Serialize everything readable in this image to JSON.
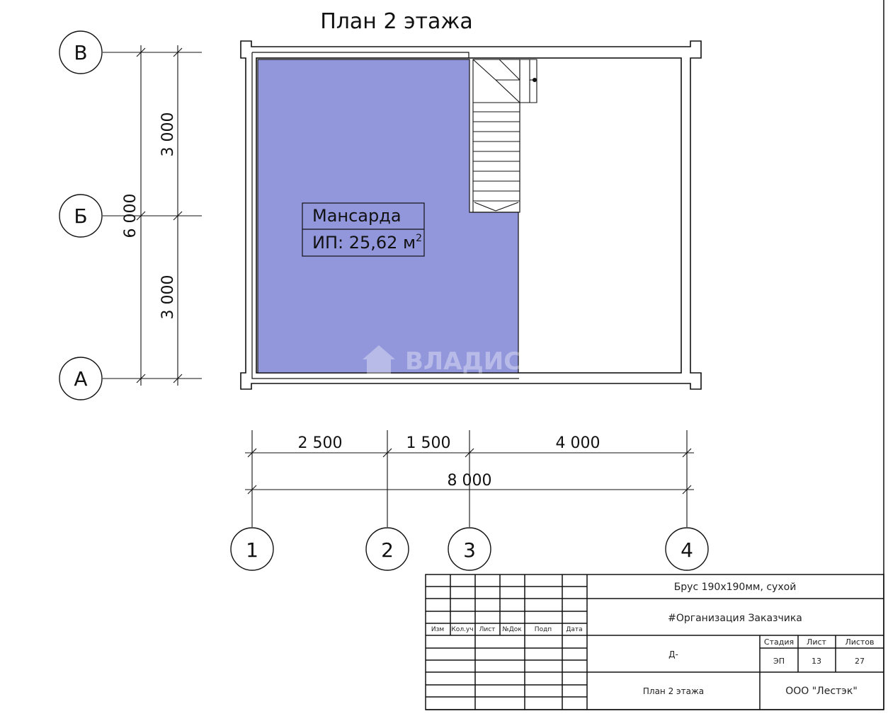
{
  "title": "План 2 этажа",
  "room": {
    "name": "Мансарда",
    "area_prefix": "ИП: 25,62 м",
    "area_sup": "2"
  },
  "axes": {
    "letters": [
      "В",
      "Б",
      "А"
    ],
    "numbers": [
      "1",
      "2",
      "3",
      "4"
    ]
  },
  "dimensions": {
    "vertical_top": "3 000",
    "vertical_bottom": "3 000",
    "vertical_total": "6 000",
    "horizontal": [
      "2 500",
      "1 500",
      "4 000"
    ],
    "horizontal_total": "8 000"
  },
  "watermark": "ВЛАДИС",
  "title_block": {
    "material": "Брус 190х190мм, сухой",
    "organization": "#Организация Заказчика",
    "project_code": "Д-",
    "sheet_name": "План 2 этажа",
    "company": "ООО \"Лестэк\"",
    "headers": [
      "Изм",
      "Кол.уч",
      "Лист",
      "№Док",
      "Подп",
      "Дата"
    ],
    "stage_header": "Стадия",
    "sheet_header": "Лист",
    "sheets_header": "Листов",
    "stage": "ЭП",
    "sheet": "13",
    "sheets": "27"
  },
  "colors": {
    "room_fill": "#9297dc",
    "lines": "#111111"
  }
}
